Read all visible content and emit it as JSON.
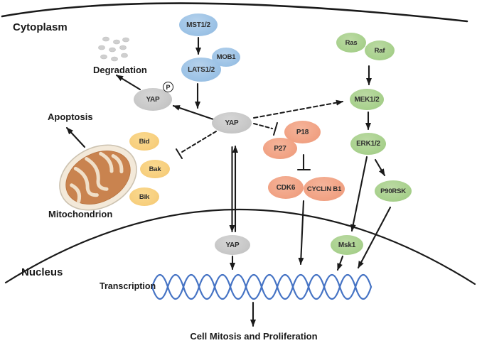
{
  "diagram": {
    "regions": {
      "cytoplasm": "Cytoplasm",
      "nucleus": "Nucleus"
    },
    "labels": {
      "degradation": "Degradation",
      "apoptosis": "Apoptosis",
      "mitochondrion": "Mitochondrion",
      "transcription": "Transcription",
      "outcome": "Cell Mitosis and Proliferation"
    },
    "nodes": {
      "mst12": {
        "label": "MST1/2",
        "color": "#9dc3e6"
      },
      "mob1": {
        "label": "MOB1",
        "color": "#9dc3e6"
      },
      "lats12": {
        "label": "LATS1/2",
        "color": "#9dc3e6"
      },
      "yap_phospho": {
        "label": "YAP",
        "color": "#c8c8c8",
        "modification": "P"
      },
      "yap_cyto": {
        "label": "YAP",
        "color": "#c8c8c8"
      },
      "yap_nuc": {
        "label": "YAP",
        "color": "#c8c8c8"
      },
      "bid": {
        "label": "Bid",
        "color": "#f7cf7e"
      },
      "bak": {
        "label": "Bak",
        "color": "#f7cf7e"
      },
      "bik": {
        "label": "Bik",
        "color": "#f7cf7e"
      },
      "p18": {
        "label": "P18",
        "color": "#f1a385"
      },
      "p27": {
        "label": "P27",
        "color": "#f1a385"
      },
      "cdk6": {
        "label": "CDK6",
        "color": "#f1a385"
      },
      "cyclinb1": {
        "label": "CYCLIN B1",
        "color": "#f1a385"
      },
      "ras": {
        "label": "Ras",
        "color": "#a9d18e"
      },
      "raf": {
        "label": "Raf",
        "color": "#a9d18e"
      },
      "mek12": {
        "label": "MEK1/2",
        "color": "#a9d18e"
      },
      "erk12": {
        "label": "ERK1/2",
        "color": "#a9d18e"
      },
      "p90rsk": {
        "label": "P90RSK",
        "color": "#a9d18e"
      },
      "msk1": {
        "label": "Msk1",
        "color": "#a9d18e"
      }
    },
    "edges": [
      {
        "from": "MST1/2",
        "to": "LATS1/2",
        "type": "activation",
        "style": "solid"
      },
      {
        "from": "LATS1/2",
        "to": "YAP",
        "type": "activation",
        "style": "solid"
      },
      {
        "from": "YAP",
        "to": "YAP-P",
        "type": "phosphorylation",
        "style": "solid"
      },
      {
        "from": "YAP-P",
        "to": "Degradation",
        "type": "activation",
        "style": "solid"
      },
      {
        "from": "Mitochondrion",
        "to": "Apoptosis",
        "type": "activation",
        "style": "solid"
      },
      {
        "from": "YAP",
        "to": "Mitochondrion (Bid/Bak/Bik)",
        "type": "inhibition",
        "style": "dashed"
      },
      {
        "from": "YAP",
        "to": "P18",
        "type": "inhibition",
        "style": "dashed"
      },
      {
        "from": "YAP",
        "to": "MEK1/2",
        "type": "activation",
        "style": "dashed"
      },
      {
        "from": "P27",
        "to": "CDK6",
        "type": "inhibition",
        "style": "solid"
      },
      {
        "from": "CDK6/CYCLIN B1",
        "to": "Transcription",
        "type": "activation",
        "style": "solid"
      },
      {
        "from": "YAP (cytoplasm)",
        "to": "YAP (nucleus)",
        "type": "shuttling",
        "style": "double-arrow"
      },
      {
        "from": "YAP (nucleus)",
        "to": "Transcription",
        "type": "activation",
        "style": "solid"
      },
      {
        "from": "Ras/Raf",
        "to": "MEK1/2",
        "type": "activation",
        "style": "solid"
      },
      {
        "from": "MEK1/2",
        "to": "ERK1/2",
        "type": "activation",
        "style": "solid"
      },
      {
        "from": "ERK1/2",
        "to": "P90RSK",
        "type": "activation",
        "style": "solid"
      },
      {
        "from": "ERK1/2",
        "to": "Msk1",
        "type": "activation",
        "style": "solid"
      },
      {
        "from": "P90RSK",
        "to": "Transcription",
        "type": "activation",
        "style": "solid"
      },
      {
        "from": "Msk1",
        "to": "Transcription",
        "type": "activation",
        "style": "solid"
      },
      {
        "from": "Transcription",
        "to": "Cell Mitosis and Proliferation",
        "type": "activation",
        "style": "solid"
      }
    ],
    "colors": {
      "membrane": "#1a1a1a",
      "dna_helix": "#4573c4",
      "mitochondrion_outer": "#f3e9d9",
      "mitochondrion_inner": "#c9834f",
      "degradation_particles": "#cfcfcf"
    }
  }
}
